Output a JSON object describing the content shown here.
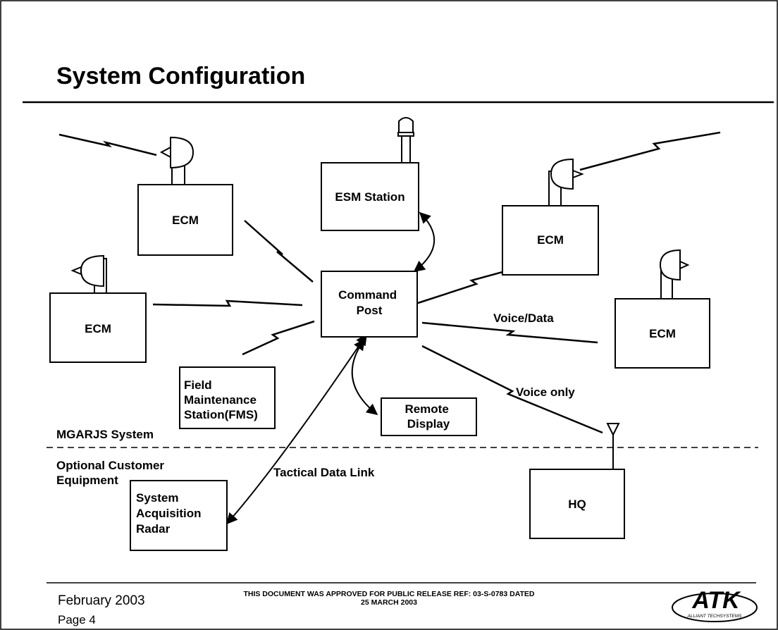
{
  "slide": {
    "title": "System Configuration",
    "footer": {
      "date": "February 2003",
      "page": "Page 4",
      "notice_line1": "THIS DOCUMENT WAS APPROVED FOR PUBLIC RELEASE REF: 03-S-0783 DATED",
      "notice_line2": "25 MARCH 2003",
      "logo_text": "ATK",
      "logo_subtext": "ALLIANT TECHSYSTEMS"
    }
  },
  "diagram": {
    "nodes": {
      "ecm_top_left": "ECM",
      "ecm_left": "ECM",
      "esm_station": "ESM Station",
      "ecm_right_top": "ECM",
      "ecm_right": "ECM",
      "command_post": [
        "Command",
        "Post"
      ],
      "fms": [
        "Field",
        "Maintenance",
        "Station(FMS)"
      ],
      "remote_display": [
        "Remote",
        "Display"
      ],
      "hq": "HQ",
      "radar": [
        "System",
        "Acquisition",
        "Radar"
      ]
    },
    "labels": {
      "voice_data": "Voice/Data",
      "voice_only": "Voice only",
      "tactical_data_link": "Tactical Data Link",
      "mgarjs_system": "MGARJS System",
      "optional_equipment": [
        "Optional Customer",
        "Equipment"
      ]
    }
  }
}
